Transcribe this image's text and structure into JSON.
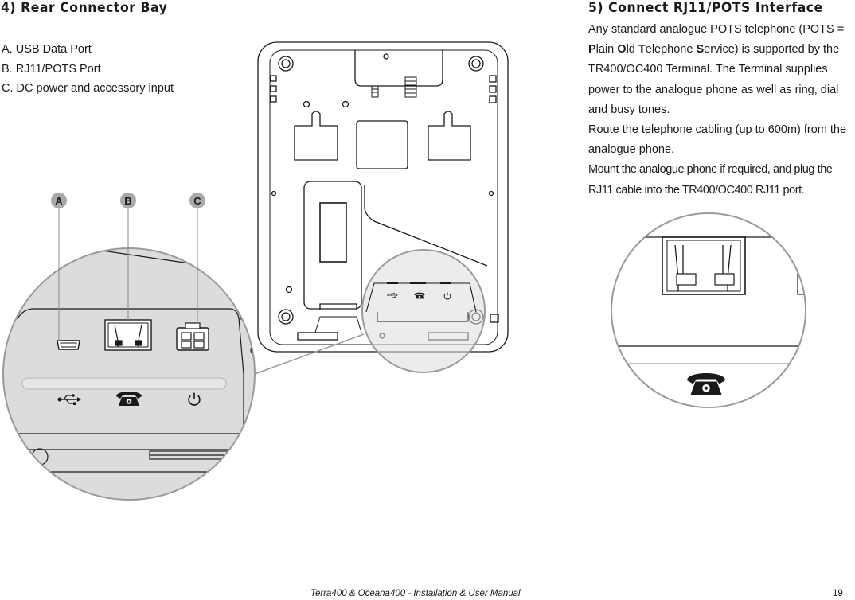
{
  "section4": {
    "heading": "4)  Rear Connector Bay",
    "ports": [
      {
        "letter": "A",
        "text": "A.  USB Data Port"
      },
      {
        "letter": "B",
        "text": "B.  RJ11/POTS Port"
      },
      {
        "letter": "C",
        "text": "C.  DC power and accessory input"
      }
    ]
  },
  "section5": {
    "heading": "5)  Connect RJ11/POTS Interface",
    "para1_pre": "Any standard analogue POTS telephone (POTS = ",
    "p_letter": "P",
    "p_rest": "lain ",
    "o_letter": "O",
    "o_rest": "ld ",
    "t_letter": "T",
    "t_rest": "elephone ",
    "s_letter": "S",
    "para1_post": "ervice) is supported by the TR400/OC400 Terminal.  The Terminal supplies power to the analogue phone as well as ring, dial and busy tones.",
    "para2": "Route the telephone cabling (up to 600m) from the analogue phone.",
    "para3": "Mount the analogue phone if required, and plug the RJ11 cable into the TR400/OC400 RJ11 port."
  },
  "diagram": {
    "callouts": [
      "A",
      "B",
      "C"
    ],
    "icons": [
      "usb-icon",
      "telephone-icon",
      "power-icon"
    ]
  },
  "footer": {
    "title": "Terra400 & Oceana400 - Installation & User Manual",
    "page": "19"
  }
}
